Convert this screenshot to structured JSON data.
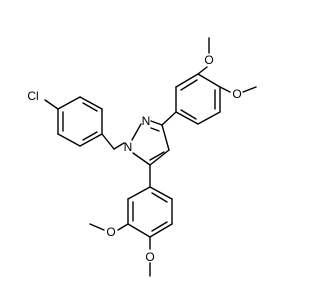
{
  "structure": {
    "atom_labels": {
      "chlorine": "Cl",
      "n1": "N",
      "n2": "N",
      "ome_top_o1": "O",
      "ome_top_o2": "O",
      "ome_bottom_o1": "O",
      "ome_bottom_o2": "O"
    }
  },
  "colors": {
    "bond": "#000000",
    "chlorine": "#00aa00",
    "nitrogen": "#3050f8",
    "oxygen": "#ff0d0d"
  }
}
